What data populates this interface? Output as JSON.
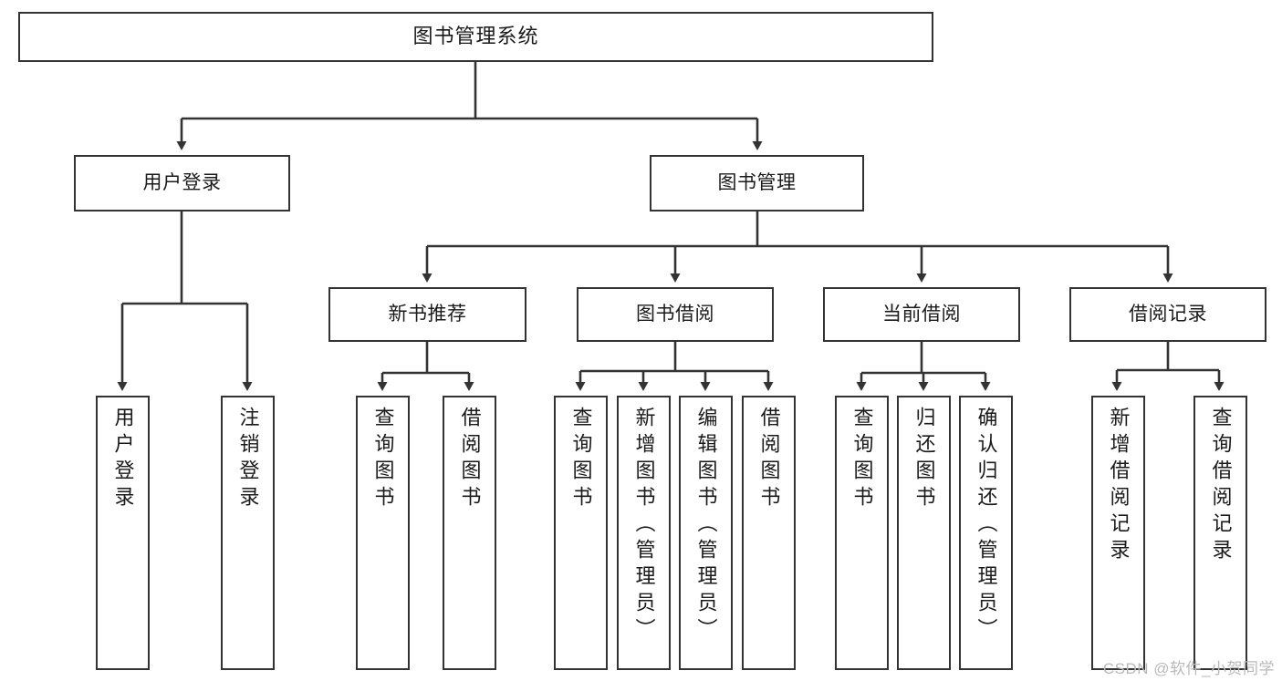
{
  "diagram": {
    "type": "tree-hierarchy-chart",
    "title": "图书管理系统",
    "colors": {
      "stroke": "#333333",
      "fill": "#ffffff",
      "text": "#1a1a1a",
      "watermark": "#b9b9b9"
    },
    "nodes": {
      "root": {
        "label": "图书管理系统",
        "level": 0
      },
      "l1": [
        {
          "id": "user-login",
          "label": "用户登录"
        },
        {
          "id": "book-manage",
          "label": "图书管理"
        }
      ],
      "l2": [
        {
          "id": "new-book-rec",
          "label": "新书推荐"
        },
        {
          "id": "book-borrow",
          "label": "图书借阅"
        },
        {
          "id": "current-borrow",
          "label": "当前借阅"
        },
        {
          "id": "borrow-record",
          "label": "借阅记录"
        }
      ],
      "leaves": [
        {
          "id": "leaf-user-login",
          "label": "用户登录",
          "parent": "user-login"
        },
        {
          "id": "leaf-logout",
          "label": "注销登录",
          "parent": "user-login"
        },
        {
          "id": "leaf-query-book-1",
          "label": "查询图书",
          "parent": "new-book-rec"
        },
        {
          "id": "leaf-borrow-book-1",
          "label": "借阅图书",
          "parent": "new-book-rec"
        },
        {
          "id": "leaf-query-book-2",
          "label": "查询图书",
          "parent": "book-borrow"
        },
        {
          "id": "leaf-add-book",
          "label": "新增图书（管理员）",
          "parent": "book-borrow"
        },
        {
          "id": "leaf-edit-book",
          "label": "编辑图书（管理员）",
          "parent": "book-borrow"
        },
        {
          "id": "leaf-borrow-book-2",
          "label": "借阅图书",
          "parent": "book-borrow"
        },
        {
          "id": "leaf-query-book-3",
          "label": "查询图书",
          "parent": "current-borrow"
        },
        {
          "id": "leaf-return-book",
          "label": "归还图书",
          "parent": "current-borrow"
        },
        {
          "id": "leaf-confirm-return",
          "label": "确认归还（管理员）",
          "parent": "current-borrow"
        },
        {
          "id": "leaf-add-record",
          "label": "新增借阅记录",
          "parent": "borrow-record"
        },
        {
          "id": "leaf-query-record",
          "label": "查询借阅记录",
          "parent": "borrow-record"
        }
      ]
    },
    "watermark": "CSDN @软件_小贺同学"
  }
}
